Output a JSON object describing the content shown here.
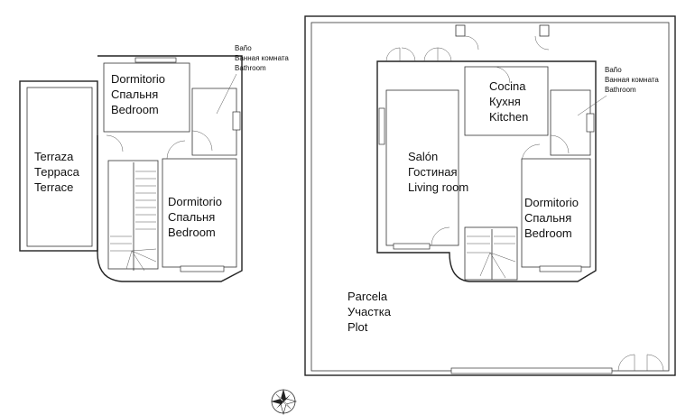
{
  "upper_floor": {
    "bedroom1": [
      "Dormitorio",
      "Спальня",
      "Bedroom"
    ],
    "bathroom": [
      "Baño",
      "Ванная комната",
      "Bathroom"
    ],
    "terrace": [
      "Terraza",
      "Терраса",
      "Terrace"
    ],
    "bedroom2": [
      "Dormitorio",
      "Спальня",
      "Bedroom"
    ]
  },
  "ground_floor": {
    "bathroom": [
      "Baño",
      "Ванная комната",
      "Bathroom"
    ],
    "kitchen": [
      "Cocina",
      "Кухня",
      "Kitchen"
    ],
    "living": [
      "Salón",
      "Гостиная",
      "Living room"
    ],
    "bedroom": [
      "Dormitorio",
      "Спальня",
      "Bedroom"
    ],
    "plot": [
      "Parcela",
      "Участка",
      "Plot"
    ]
  },
  "compass_icon": "compass-rose-icon",
  "colors": {
    "line": "#222222",
    "background": "#ffffff"
  }
}
